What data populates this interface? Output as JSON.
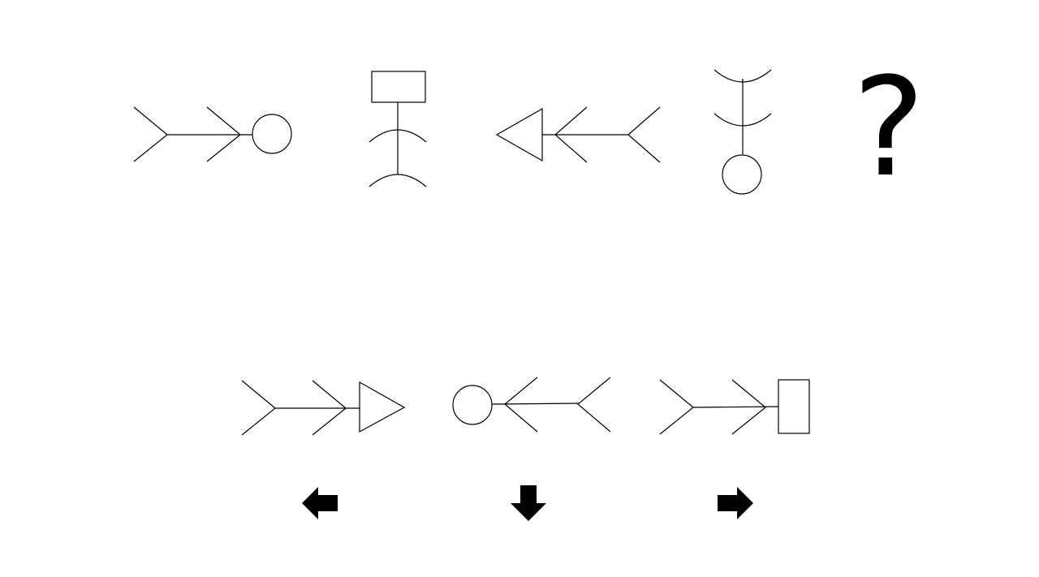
{
  "puzzle": {
    "question_mark": "?",
    "sequence": [
      {
        "name": "fishbone-circle-right",
        "icon": "fishbone-circle-icon"
      },
      {
        "name": "fishbone-rect-up",
        "icon": "fishbone-rect-icon"
      },
      {
        "name": "fishbone-triangle-left",
        "icon": "fishbone-triangle-icon"
      },
      {
        "name": "fishbone-circle-down",
        "icon": "fishbone-circle-icon"
      }
    ],
    "options": [
      {
        "name": "option-triangle-right",
        "icon": "fishbone-triangle-icon"
      },
      {
        "name": "option-circle-left",
        "icon": "fishbone-circle-icon"
      },
      {
        "name": "option-rect-right",
        "icon": "fishbone-rect-icon"
      }
    ]
  },
  "controls": {
    "left_icon": "arrow-left-icon",
    "down_icon": "arrow-down-icon",
    "right_icon": "arrow-right-icon"
  },
  "colors": {
    "ink": "#000000",
    "background": "#ffffff"
  }
}
